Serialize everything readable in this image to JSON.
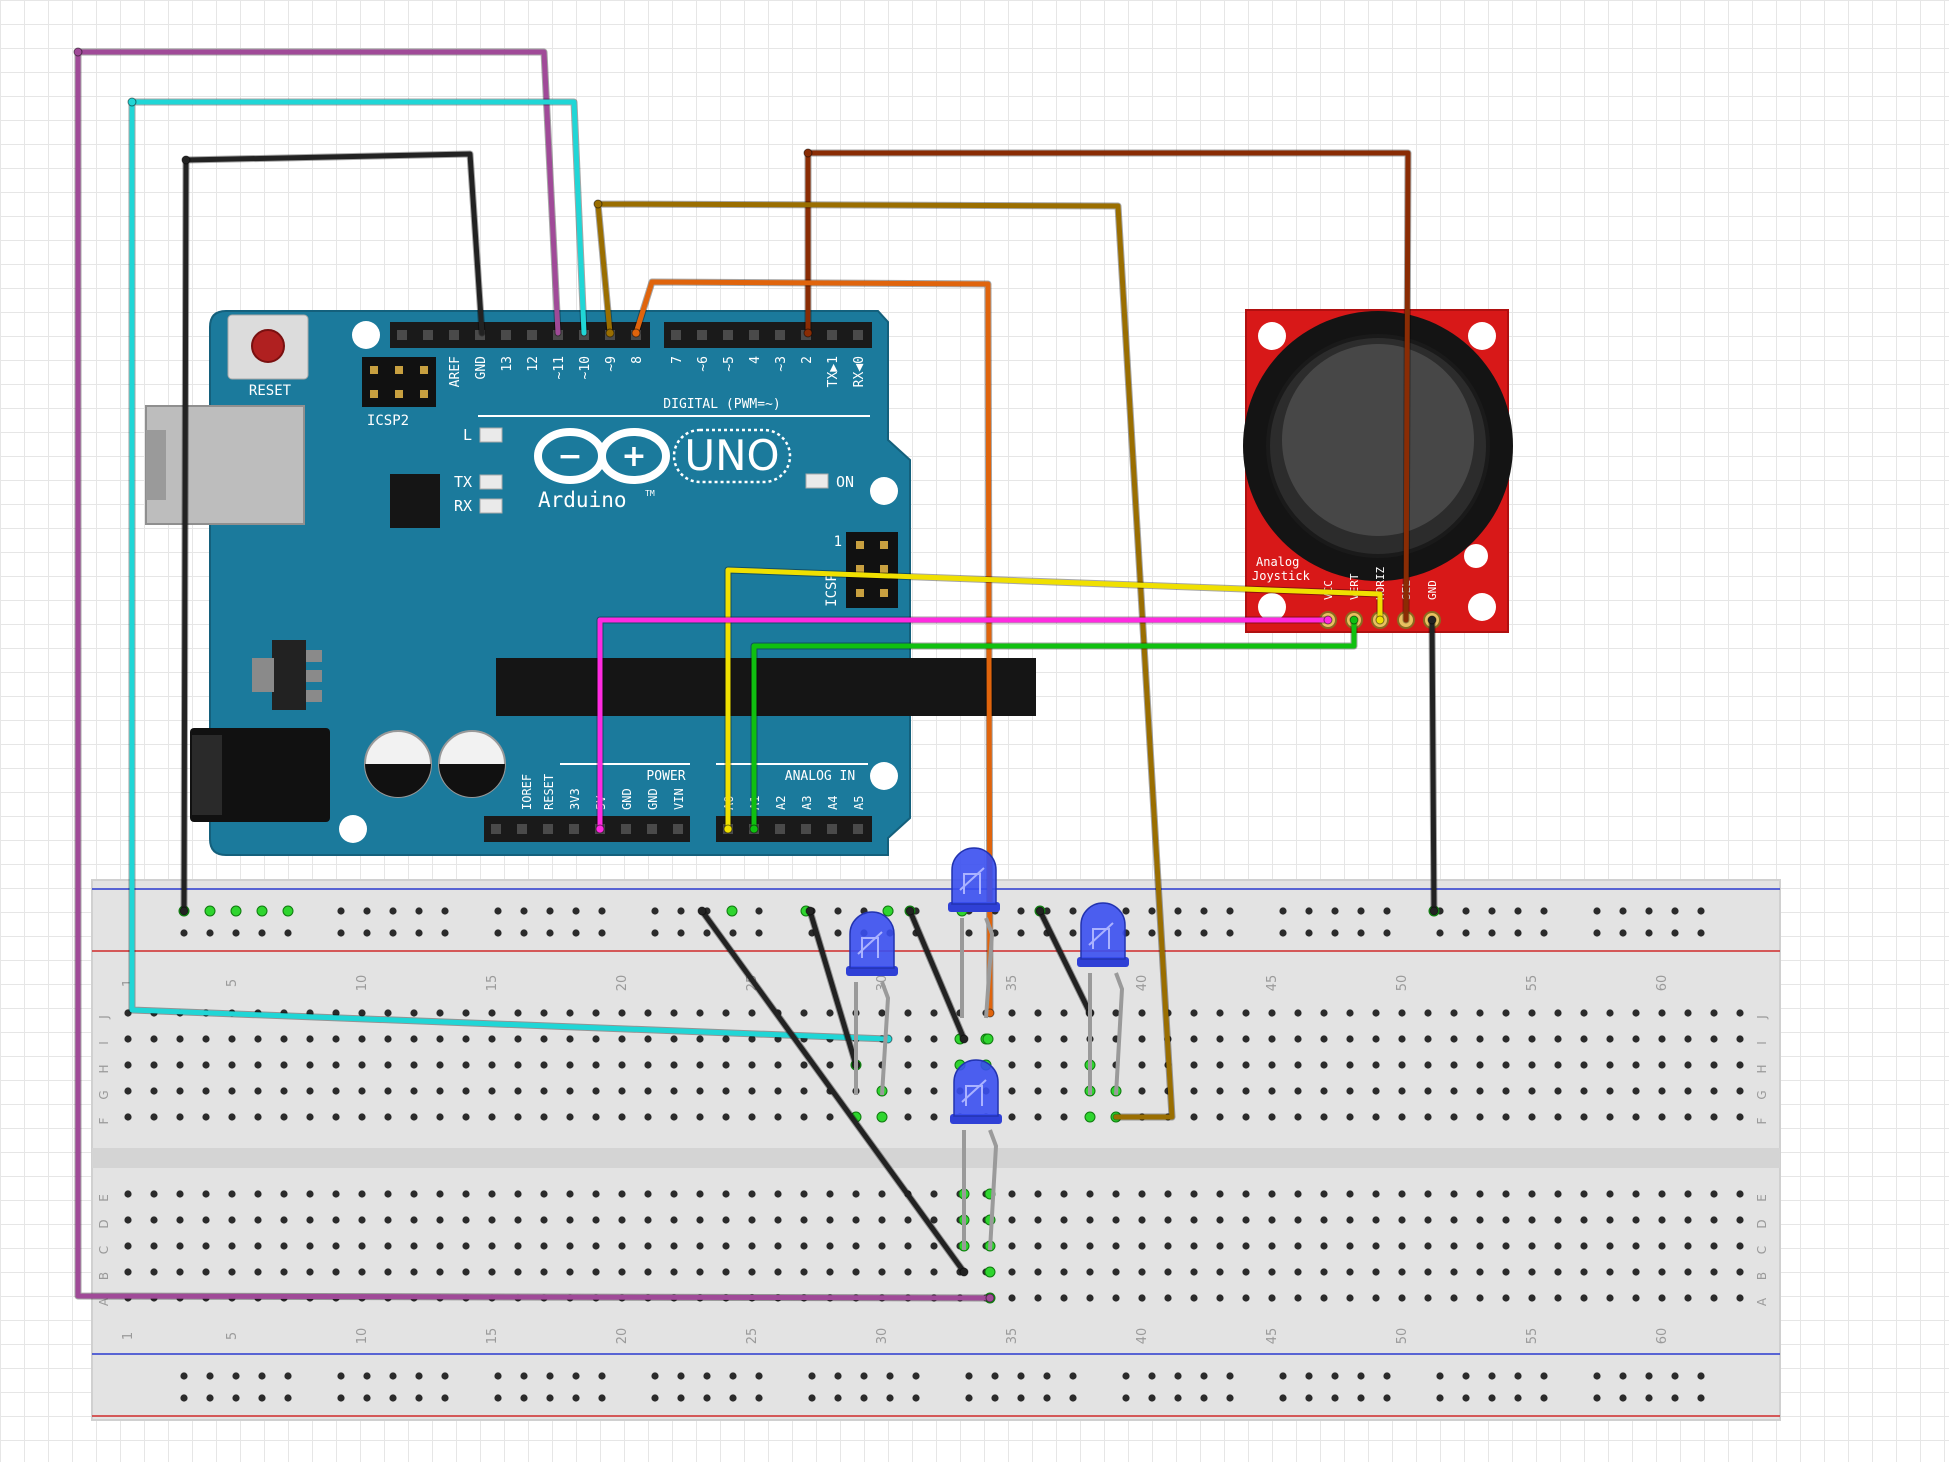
{
  "arduino": {
    "reset_label": "RESET",
    "icsp2_label": "ICSP2",
    "icsp_label": "ICSP",
    "icsp_pin1_label": "1",
    "digital_header_label": "DIGITAL (PWM=~)",
    "digital_pin_labels": [
      "AREF",
      "GND",
      "13",
      "12",
      "~11",
      "~10",
      "~9",
      "8",
      "7",
      "~6",
      "~5",
      "4",
      "~3",
      "2",
      "TX▶1",
      "RX◀0"
    ],
    "l_label": "L",
    "tx_label": "TX",
    "rx_label": "RX",
    "on_label": "ON",
    "logo_minus": "−",
    "logo_plus": "+",
    "uno_label": "UNO",
    "brand_label": "Arduino",
    "tm_label": "TM",
    "power_header_label": "POWER",
    "power_pin_labels": [
      "IOREF",
      "RESET",
      "3V3",
      "5V",
      "GND",
      "GND",
      "VIN"
    ],
    "analog_header_label": "ANALOG IN",
    "analog_pin_labels": [
      "A0",
      "A1",
      "A2",
      "A3",
      "A4",
      "A5"
    ]
  },
  "joystick": {
    "title_line1": "Analog",
    "title_line2": "Joystick",
    "pin_labels": [
      "VCC",
      "VERT",
      "HORIZ",
      "SEL",
      "GND"
    ]
  },
  "breadboard": {
    "column_numbers": [
      "1",
      "5",
      "10",
      "15",
      "20",
      "25",
      "30",
      "35",
      "40",
      "45",
      "50",
      "55",
      "60"
    ],
    "row_letters_top": [
      "J",
      "I",
      "H",
      "G",
      "F"
    ],
    "row_letters_bottom": [
      "E",
      "D",
      "C",
      "B",
      "A"
    ]
  },
  "colors": {
    "board": "#1b7a9c",
    "breadboard": "#e5e5e5",
    "joystick_pcb": "#d81818",
    "led": "#3a4ff0",
    "wire_purple": "#a04a98",
    "wire_cyan": "#20d6d6",
    "wire_black": "#222222",
    "wire_brown": "#8a2c04",
    "wire_gold": "#9a6e00",
    "wire_orange": "#e0640c",
    "wire_yellow": "#f0e000",
    "wire_magenta": "#ff2ae0",
    "wire_green": "#10c010"
  }
}
